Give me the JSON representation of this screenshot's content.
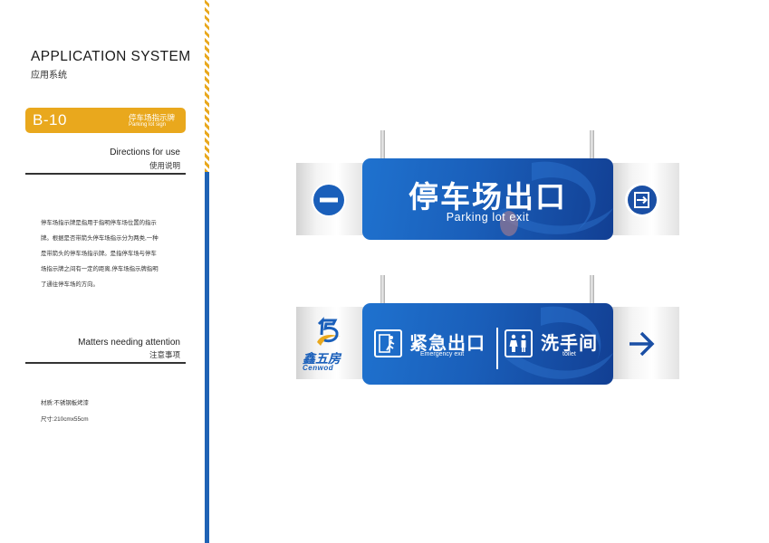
{
  "header": {
    "title_en": "APPLICATION SYSTEM",
    "title_cn": "应用系统"
  },
  "item": {
    "code": "B-10",
    "name_cn": "停车场指示牌",
    "name_en": "Parking lot sign"
  },
  "directions": {
    "heading_en": "Directions for use",
    "heading_cn": "使用说明",
    "lines": [
      "停车场指示牌是指用于指明停车场位置的指示",
      "牌。根据是否带箭头停车场指示分为两类,一种",
      "是带箭头的停车场指示牌。是指停车场与停车",
      "场指示牌之间有一定的距离,停车场指示牌指明",
      "了通往停车场的方向。"
    ]
  },
  "attention": {
    "heading_en": "Matters needing attention",
    "heading_cn": "注意事项",
    "material": "材质:不锈钢板烤漆",
    "size": "尺寸:210cmx55cm"
  },
  "sign1": {
    "text_cn": "停车场出口",
    "text_en": "Parking lot exit",
    "left_icon": "no-entry-icon",
    "right_icon": "exit-door-icon"
  },
  "sign2": {
    "logo_cn": "鑫五房",
    "logo_en": "Cenwod",
    "emergency_cn": "紧急出口",
    "emergency_en": "Emergency exit",
    "toilet_cn": "洗手间",
    "toilet_en": "toilet",
    "arrow_icon": "arrow-right-icon"
  },
  "colors": {
    "accent_yellow": "#e9a81d",
    "brand_blue": "#1a5fba",
    "dark_blue": "#123f93"
  }
}
